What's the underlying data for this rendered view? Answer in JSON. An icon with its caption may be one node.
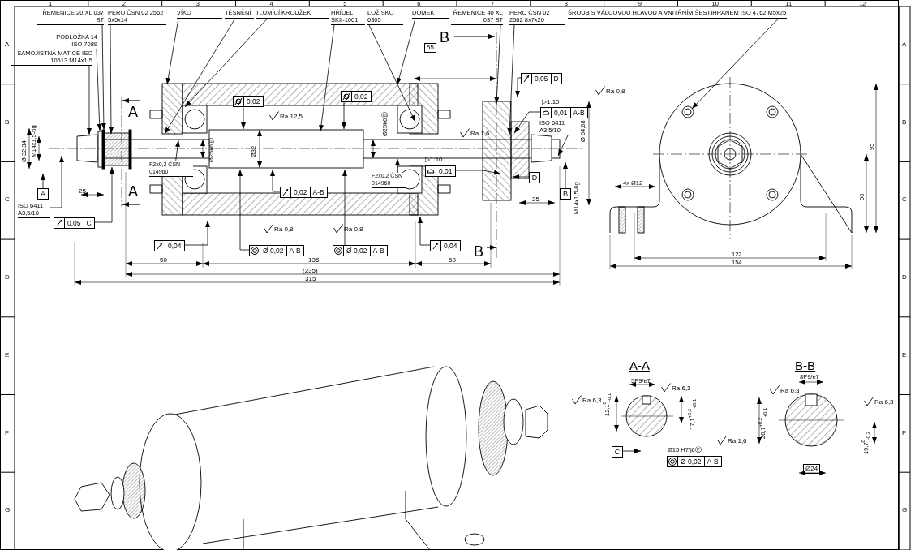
{
  "diagram": {
    "nodes": [
      {
        "text": [
          "ŘEMENICE 20 XL 037 ST"
        ]
      },
      {
        "text": [
          "PERO ČSN 02 2562 5x5x14"
        ]
      },
      {
        "text": [
          "VÍKO"
        ]
      },
      {
        "text": [
          "TĚSNĚNÍ"
        ]
      },
      {
        "text": [
          "TLUMÍCÍ KROUŽEK"
        ]
      },
      {
        "text": [
          "HŘÍDEL SKII-1001"
        ]
      },
      {
        "text": [
          "LOŽISKO 6305"
        ]
      },
      {
        "text": [
          "DOMEK"
        ]
      },
      {
        "text": [
          "ŘEMENICE 40 XL 037 ST"
        ]
      },
      {
        "text": [
          "PERO ČSN 02 2562 8x7x20"
        ]
      },
      {
        "text": [
          "ŠROUB S VÁLCOVOU HLAVOU A VNITŘNÍM ŠESTIHRANEM ISO 4762 M5x25"
        ]
      },
      {
        "text": [
          "PODLOŽKA 14 ISO 7089"
        ]
      },
      {
        "text": [
          "SAMOJISTNÁ MATICE ISO 10513 M14x1,5"
        ]
      },
      {
        "text": [
          "ISO 6411 A3,5/10"
        ]
      },
      {
        "text": [
          "ISO 6411 A3,5/10"
        ]
      },
      {
        "text": [
          "F2x0,2 ČSN 014960"
        ]
      },
      {
        "text": [
          "F2x0,2 ČSN 014960"
        ]
      },
      {
        "text": [
          "0,05",
          "C"
        ]
      },
      {
        "text": [
          "0,04"
        ]
      },
      {
        "text": [
          "0,02"
        ]
      },
      {
        "text": [
          "0,02"
        ]
      },
      {
        "text": [
          "0,02",
          "A-B"
        ]
      },
      {
        "text": [
          "Ø 0,02",
          "A-B"
        ]
      },
      {
        "text": [
          "Ø 0,02",
          "A-B"
        ]
      },
      {
        "text": [
          "0,04"
        ]
      },
      {
        "text": [
          "0,05",
          "D"
        ]
      },
      {
        "text": [
          "0,01",
          "A-B"
        ]
      },
      {
        "text": [
          "0,01"
        ]
      },
      {
        "text": [
          "Ø 0,02",
          "A-B"
        ]
      },
      {
        "text": [
          "A"
        ]
      },
      {
        "text": [
          "B"
        ]
      },
      {
        "text": [
          "D"
        ]
      },
      {
        "text": [
          "C"
        ]
      }
    ],
    "edges": [
      {
        "from": 0,
        "to": null,
        "arrow": "to"
      },
      {
        "from": 1,
        "to": null,
        "arrow": "to"
      },
      {
        "from": 2,
        "to": null,
        "arrow": "to"
      },
      {
        "from": 3,
        "to": null,
        "arrow": "to"
      },
      {
        "from": 4,
        "to": null,
        "arrow": "to"
      },
      {
        "from": 5,
        "to": null,
        "arrow": "to"
      },
      {
        "from": 6,
        "to": null,
        "arrow": "to"
      },
      {
        "from": 7,
        "to": null,
        "arrow": "to"
      },
      {
        "from": 8,
        "to": null,
        "arrow": "to"
      },
      {
        "from": 9,
        "to": null,
        "arrow": "to"
      },
      {
        "from": 10,
        "to": null,
        "arrow": "to"
      },
      {
        "from": 11,
        "to": null,
        "arrow": "to"
      },
      {
        "from": 12,
        "to": null,
        "arrow": "to"
      },
      {
        "from": 13,
        "to": null,
        "arrow": "to"
      },
      {
        "from": 14,
        "to": null,
        "arrow": "to"
      },
      {
        "from": 15,
        "to": null,
        "arrow": "to"
      },
      {
        "from": 16,
        "to": null,
        "arrow": "to"
      },
      {
        "from": 17,
        "to": null,
        "arrow": "to"
      },
      {
        "from": 18,
        "to": null,
        "arrow": "to"
      },
      {
        "from": 19,
        "to": null,
        "arrow": "to"
      },
      {
        "from": 20,
        "to": null,
        "arrow": "to"
      },
      {
        "from": 21,
        "to": null,
        "arrow": "to"
      },
      {
        "from": 22,
        "to": null,
        "arrow": "to"
      },
      {
        "from": 23,
        "to": null,
        "arrow": "to"
      },
      {
        "from": 24,
        "to": null,
        "arrow": "to"
      },
      {
        "from": 25,
        "to": null,
        "arrow": "to"
      },
      {
        "from": 26,
        "to": null,
        "arrow": "to"
      },
      {
        "from": 27,
        "to": null,
        "arrow": "to"
      },
      {
        "from": 29,
        "to": null,
        "arrow": "to"
      },
      {
        "from": 30,
        "to": null,
        "arrow": "to"
      },
      {
        "from": 31,
        "to": null,
        "arrow": "to"
      },
      {
        "from": 32,
        "to": null,
        "arrow": "to"
      }
    ],
    "labels": [
      "1",
      "2",
      "3",
      "4",
      "5",
      "6",
      "7",
      "8",
      "9",
      "10",
      "11",
      "12",
      "A",
      "B",
      "C",
      "D",
      "E",
      "F",
      "G",
      "A",
      "B",
      "C",
      "D",
      "E",
      "F",
      "G",
      "A",
      "A",
      "B",
      "B",
      "55",
      "Ø 32,34",
      "M14x1,5-6g",
      "25",
      "Ø25k6Ⓔ",
      "Ra 12,5",
      "Ø32",
      "Ø25k6Ⓔ",
      "Ra 1,6",
      "▷1:10",
      "▷1:10",
      "Ra 0,8",
      "Ø 64,68",
      "M14x1,5-6g",
      "25",
      "Ra 0,8",
      "Ra 0,8",
      "50",
      "135",
      "50",
      "(235)",
      "315",
      "95",
      "4x Ø12",
      "50",
      "122",
      "154",
      "A-A",
      "B-B",
      "5P9/e7",
      "Ra 6,3",
      "12,1$^{0}$$_{-0,1}$",
      "Ra 6,3",
      "17,1$^{+0,2}$$_{+0,1}$",
      "Ø15 H7/j6Ⓔ",
      "Ra 1,6",
      "8P9/e7",
      "Ra 6,3",
      "Ra 6,3",
      "26,7$^{+0,2}$$_{+0,1}$",
      "19,7$^{0}$$_{-0,2}$",
      "Ø24"
    ]
  }
}
